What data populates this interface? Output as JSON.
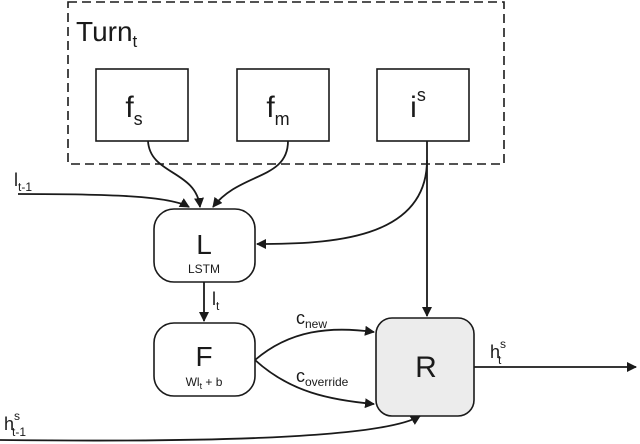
{
  "diagram": {
    "turn_group": {
      "label": "Turn",
      "subscript": "t"
    },
    "fs_box": {
      "main": "f",
      "sub": "s"
    },
    "fm_box": {
      "main": "f",
      "sub": "m"
    },
    "is_box": {
      "main": "i",
      "sup": "s"
    },
    "lstm_node": {
      "letter": "L",
      "caption": "LSTM"
    },
    "f_node": {
      "letter": "F",
      "caption_main": "Wl",
      "caption_sub": "t",
      "caption_tail": " + b"
    },
    "r_node": {
      "letter": "R"
    },
    "input_l": {
      "main": "l",
      "sub": "t-1"
    },
    "lstm_out": {
      "main": "l",
      "sub": "t"
    },
    "c_new": {
      "main": "c",
      "sub": "new"
    },
    "c_override": {
      "main": "c",
      "sub": "override"
    },
    "h_out": {
      "main": "h",
      "sup": "s",
      "sub": "t"
    },
    "h_in": {
      "main": "h",
      "sup": "s",
      "sub": "t-1"
    },
    "colors": {
      "stroke": "#1a1a1a",
      "r_fill": "#ececec",
      "box_fill": "#ffffff"
    }
  }
}
